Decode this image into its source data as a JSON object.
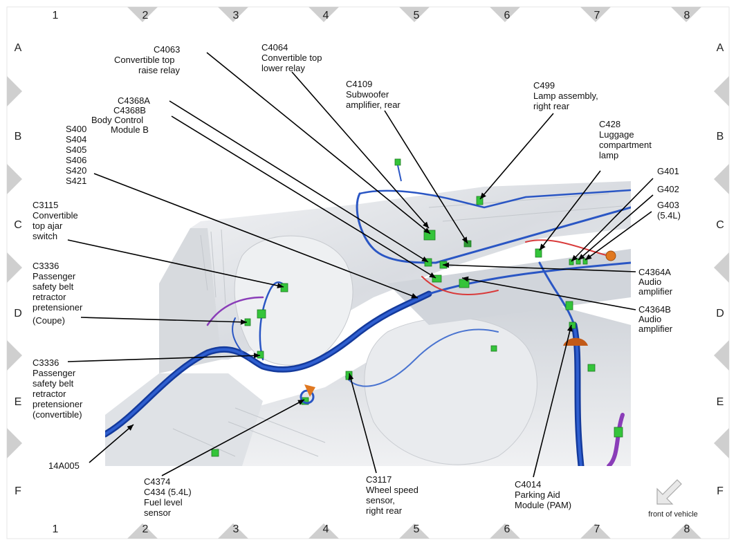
{
  "grid": {
    "columns": [
      "1",
      "2",
      "3",
      "4",
      "5",
      "6",
      "7",
      "8"
    ],
    "rows": [
      "A",
      "B",
      "C",
      "D",
      "E",
      "F"
    ]
  },
  "callouts": [
    {
      "id": "c4063",
      "lines": [
        "C4063",
        "Convertible top",
        "raise relay"
      ]
    },
    {
      "id": "c4064",
      "lines": [
        "C4064",
        "Convertible top",
        "lower relay"
      ]
    },
    {
      "id": "c4109",
      "lines": [
        "C4109",
        "Subwoofer",
        "amplifier, rear"
      ]
    },
    {
      "id": "c499",
      "lines": [
        "C499",
        "Lamp assembly,",
        "right rear"
      ]
    },
    {
      "id": "c428",
      "lines": [
        "C428",
        "Luggage",
        "compartment",
        "lamp"
      ]
    },
    {
      "id": "c4368",
      "lines": [
        "C4368A",
        "C4368B",
        "Body Control",
        "Module B"
      ]
    },
    {
      "id": "splices",
      "lines": [
        "S400",
        "S404",
        "S405",
        "S406",
        "S420",
        "S421"
      ]
    },
    {
      "id": "g401",
      "lines": [
        "G401"
      ]
    },
    {
      "id": "g402",
      "lines": [
        "G402"
      ]
    },
    {
      "id": "g403",
      "lines": [
        "G403",
        "(5.4L)"
      ]
    },
    {
      "id": "c3115",
      "lines": [
        "C3115",
        "Convertible",
        "top ajar",
        "switch"
      ]
    },
    {
      "id": "c3336coupe",
      "lines": [
        "C3336",
        "Passenger",
        "safety belt",
        "retractor",
        "pretensioner",
        "(Coupe)"
      ]
    },
    {
      "id": "c3336conv",
      "lines": [
        "C3336",
        "Passenger",
        "safety belt",
        "retractor",
        "pretensioner",
        "(convertible)"
      ]
    },
    {
      "id": "c4364a",
      "lines": [
        "C4364A",
        "Audio",
        "amplifier"
      ]
    },
    {
      "id": "c4364b",
      "lines": [
        "C4364B",
        "Audio",
        "amplifier"
      ]
    },
    {
      "id": "h14a005",
      "lines": [
        "14A005"
      ]
    },
    {
      "id": "c4374",
      "lines": [
        "C4374",
        "C434  (5.4L)",
        "Fuel level",
        "sensor"
      ]
    },
    {
      "id": "c3117",
      "lines": [
        "C3117",
        "Wheel speed",
        "sensor,",
        "right rear"
      ]
    },
    {
      "id": "c4014",
      "lines": [
        "C4014",
        "Parking Aid",
        "Module (PAM)"
      ]
    }
  ],
  "orientation": {
    "label": "front of vehicle"
  },
  "colors": {
    "harness": "#1f47b8",
    "harness_light": "#4a74d0",
    "connector": "#34c43a",
    "red_wire": "#d93a3a",
    "purple_wire": "#8a3db8",
    "orange_part": "#e07820",
    "body_panel": "#e4e6ea",
    "border_chevron": "#cfcfcf"
  }
}
